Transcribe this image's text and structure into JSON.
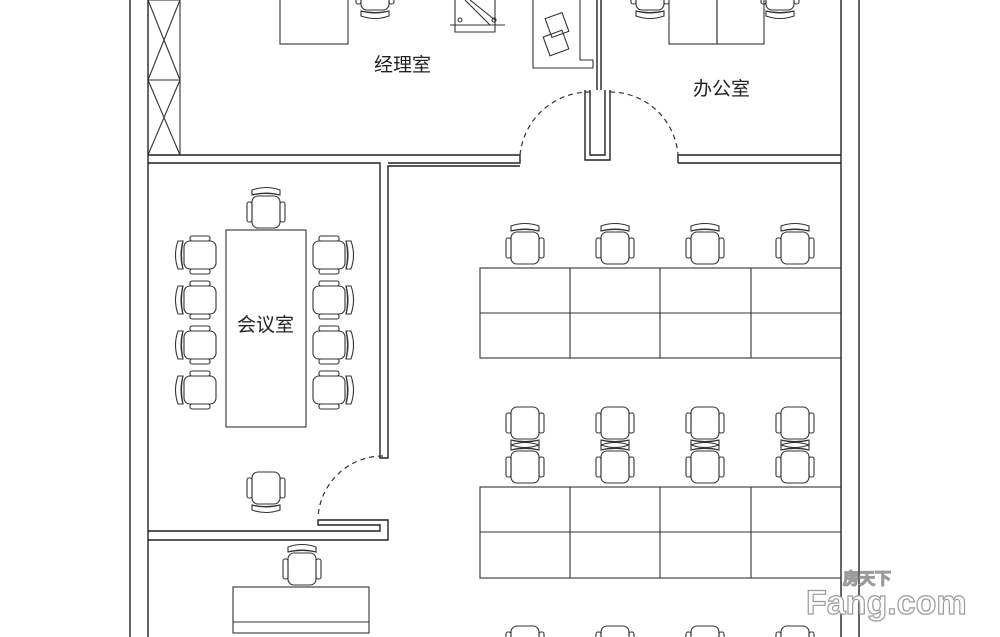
{
  "rooms": {
    "manager_office": "经理室",
    "office": "办公室",
    "meeting_room": "会议室"
  },
  "watermark": {
    "cn": "房天下",
    "en": "Fang.com"
  },
  "colors": {
    "line": "#222222",
    "background": "#ffffff"
  }
}
